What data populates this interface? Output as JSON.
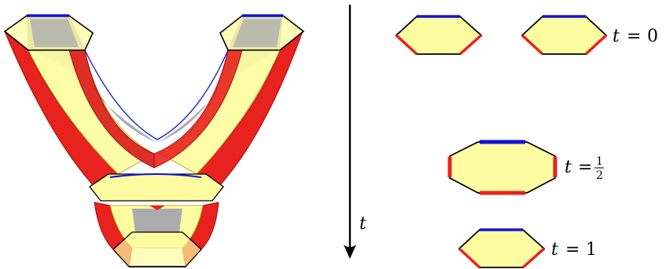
{
  "colors": {
    "fill_yellow": "#fdfca0",
    "boundary_red": "#e8221f",
    "boundary_blue": "#1212d8",
    "edge_black": "#000000",
    "shade_gray": "#9d9db0"
  },
  "axis": {
    "variable": "t",
    "direction": "down"
  },
  "slices": [
    {
      "id": "t0",
      "t_var": "t",
      "equals": "=",
      "value": "0",
      "hexagon_count": 2
    },
    {
      "id": "thalf",
      "t_var": "t",
      "equals": "=",
      "frac_num": "1",
      "frac_den": "2",
      "shape": "octagon"
    },
    {
      "id": "t1",
      "t_var": "t",
      "equals": "=",
      "value": "1",
      "hexagon_count": 1
    }
  ]
}
